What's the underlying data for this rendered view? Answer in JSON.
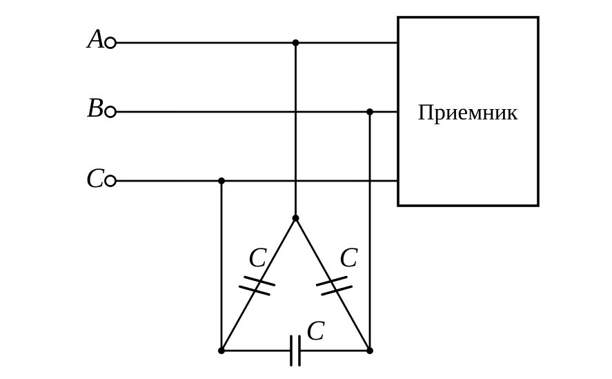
{
  "colors": {
    "ink": "#000000",
    "background": "#ffffff"
  },
  "phases": [
    {
      "label": "A"
    },
    {
      "label": "B"
    },
    {
      "label": "C"
    }
  ],
  "receiver": {
    "label": "Приемник"
  },
  "capacitor_bank": {
    "left": {
      "label": "C"
    },
    "right": {
      "label": "C"
    },
    "bottom": {
      "label": "C"
    }
  }
}
